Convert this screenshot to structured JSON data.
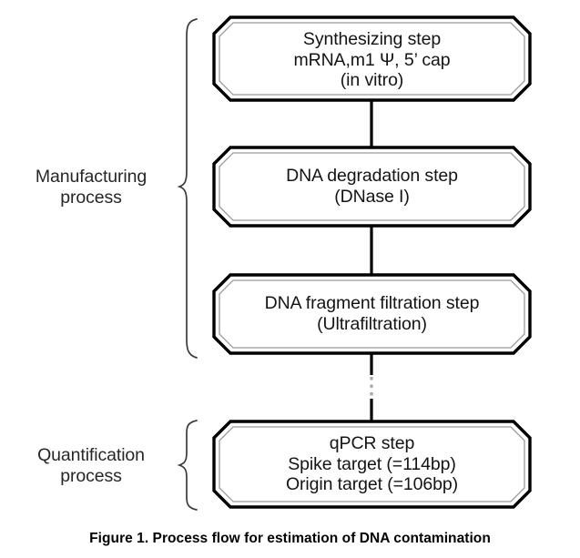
{
  "figure": {
    "caption": "Figure 1. Process flow for estimation of DNA contamination",
    "background_color": "#ffffff",
    "outline_color": "#000000",
    "inner_outline_color": "#9a9a9a",
    "text_color": "#141414",
    "connector_color": "#000000",
    "dashed_break_color": "#a8a8a8"
  },
  "groups": [
    {
      "id": "manufacturing",
      "label_line1": "Manufacturing",
      "label_line2": "process",
      "brace": "left-curly-brace",
      "spans_steps": [
        1,
        2,
        3
      ]
    },
    {
      "id": "quantification",
      "label_line1": "Quantification",
      "label_line2": "process",
      "brace": "left-curly-brace",
      "spans_steps": [
        4
      ]
    }
  ],
  "steps": [
    {
      "id": "step-synthesizing",
      "lines": [
        "Synthesizing step",
        "mRNA,m1 Ψ, 5’ cap",
        "(in vitro)"
      ],
      "shape": "chamfered-double-outline-box"
    },
    {
      "id": "step-dna-degradation",
      "lines": [
        "DNA degradation step",
        "(DNase I)"
      ],
      "shape": "chamfered-double-outline-box"
    },
    {
      "id": "step-dna-fragment-filtration",
      "lines": [
        "DNA fragment filtration step",
        "(Ultrafiltration)"
      ],
      "shape": "chamfered-double-outline-box"
    },
    {
      "id": "step-qpcr",
      "lines": [
        "qPCR step",
        "Spike target (=114bp)",
        "Origin target (=106bp)"
      ],
      "shape": "chamfered-double-outline-box"
    }
  ],
  "connectors": [
    {
      "id": "connector-1-2",
      "from": "step-synthesizing",
      "to": "step-dna-degradation",
      "style": "solid"
    },
    {
      "id": "connector-2-3",
      "from": "step-dna-degradation",
      "to": "step-dna-fragment-filtration",
      "style": "solid"
    },
    {
      "id": "connector-3-4",
      "from": "step-dna-fragment-filtration",
      "to": "step-qpcr",
      "style": "solid-with-dashed-break"
    }
  ]
}
